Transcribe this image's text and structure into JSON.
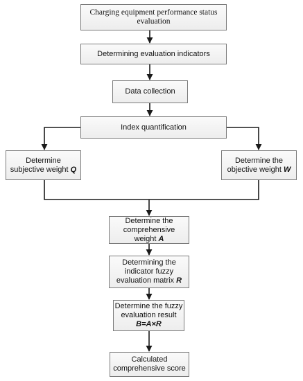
{
  "flowchart": {
    "nodes": [
      {
        "id": "n1",
        "lines": [
          "Charging equipment performance status",
          "evaluation"
        ]
      },
      {
        "id": "n2",
        "lines": [
          "Determining evaluation indicators"
        ]
      },
      {
        "id": "n3",
        "lines": [
          "Data collection"
        ]
      },
      {
        "id": "n4",
        "lines": [
          "Index quantification"
        ]
      },
      {
        "id": "n5",
        "lines": [
          "Determine",
          "subjective weight",
          "Q"
        ]
      },
      {
        "id": "n6",
        "lines": [
          "Determine the",
          "objective weight",
          "W"
        ]
      },
      {
        "id": "n7",
        "lines": [
          "Determine the",
          "comprehensive",
          "weight",
          "A"
        ]
      },
      {
        "id": "n8",
        "lines": [
          "Determining the",
          "indicator fuzzy",
          "evaluation matrix",
          "R"
        ]
      },
      {
        "id": "n9",
        "lines": [
          "Determine the fuzzy",
          "evaluation result",
          "B=A×R"
        ]
      },
      {
        "id": "n10",
        "lines": [
          "Calculated",
          "comprehensive score"
        ]
      }
    ],
    "colors": {
      "line": "#1a1a1a",
      "box_border": "#7a7a7a",
      "box_fill": "#f3f3f3"
    }
  }
}
